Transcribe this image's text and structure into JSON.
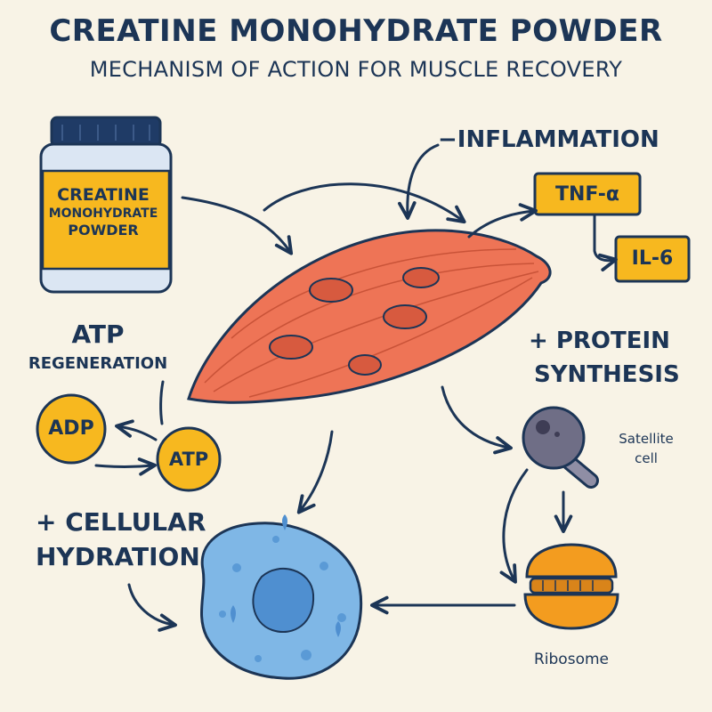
{
  "header": {
    "title": "CREATINE MONOHYDRATE POWDER",
    "subtitle": "MECHANISM OF ACTION FOR MUSCLE RECOVERY"
  },
  "jar": {
    "label_line1": "CREATINE",
    "label_line2": "MONOHYDRATE",
    "label_line3": "POWDER"
  },
  "inflammation": {
    "heading": "−INFLAMMATION",
    "marker1": "TNF-α",
    "marker2": "IL-6"
  },
  "atp": {
    "heading_line1": "ATP",
    "heading_line2": "REGENERATION",
    "adp_label": "ADP",
    "atp_label": "ATP"
  },
  "protein": {
    "heading_line1": "+ PROTEIN",
    "heading_line2": "SYNTHESIS",
    "satellite_line1": "Satellite",
    "satellite_line2": "cell",
    "ribosome_label": "Ribosome"
  },
  "hydration": {
    "heading_line1": "+ CELLULAR",
    "heading_line2": "HYDRATION"
  },
  "colors": {
    "background": "#f8f3e6",
    "navy": "#1c3556",
    "muscle": "#ee7456",
    "jar_label": "#f7b81f",
    "cell_blue": "#7fb7e6",
    "ribosome": "#f39c1f",
    "satellite": "#6f6e86"
  }
}
